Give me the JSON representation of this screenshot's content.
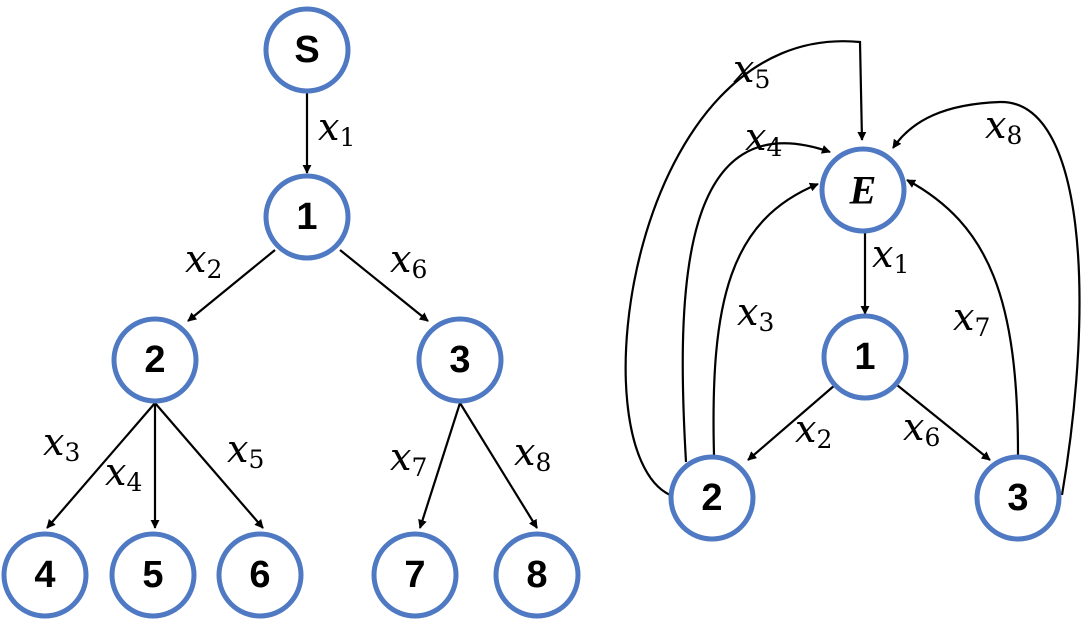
{
  "left_tree": {
    "nodes": {
      "S": "S",
      "n1": "1",
      "n2": "2",
      "n3": "3",
      "n4": "4",
      "n5": "5",
      "n6": "6",
      "n7": "7",
      "n8": "8"
    },
    "edges": [
      {
        "from": "S",
        "to": "1",
        "var": "x",
        "sub": "1"
      },
      {
        "from": "1",
        "to": "2",
        "var": "x",
        "sub": "2"
      },
      {
        "from": "1",
        "to": "3",
        "var": "x",
        "sub": "6"
      },
      {
        "from": "2",
        "to": "4",
        "var": "x",
        "sub": "3"
      },
      {
        "from": "2",
        "to": "5",
        "var": "x",
        "sub": "4"
      },
      {
        "from": "2",
        "to": "6",
        "var": "x",
        "sub": "5"
      },
      {
        "from": "3",
        "to": "7",
        "var": "x",
        "sub": "7"
      },
      {
        "from": "3",
        "to": "8",
        "var": "x",
        "sub": "8"
      }
    ]
  },
  "right_graph": {
    "nodes": {
      "E": "E",
      "n1": "1",
      "n2": "2",
      "n3": "3"
    },
    "edges": [
      {
        "from": "E",
        "to": "1",
        "var": "x",
        "sub": "1"
      },
      {
        "from": "1",
        "to": "2",
        "var": "x",
        "sub": "2"
      },
      {
        "from": "1",
        "to": "3",
        "var": "x",
        "sub": "6"
      },
      {
        "from": "2",
        "to": "E",
        "var": "x",
        "sub": "3"
      },
      {
        "from": "2",
        "to": "E",
        "var": "x",
        "sub": "4"
      },
      {
        "from": "2",
        "to": "E",
        "var": "x",
        "sub": "5"
      },
      {
        "from": "3",
        "to": "E",
        "var": "x",
        "sub": "7"
      },
      {
        "from": "3",
        "to": "E",
        "var": "x",
        "sub": "8"
      }
    ]
  },
  "colors": {
    "node_stroke": "#4f79c3",
    "edge": "#000000"
  }
}
